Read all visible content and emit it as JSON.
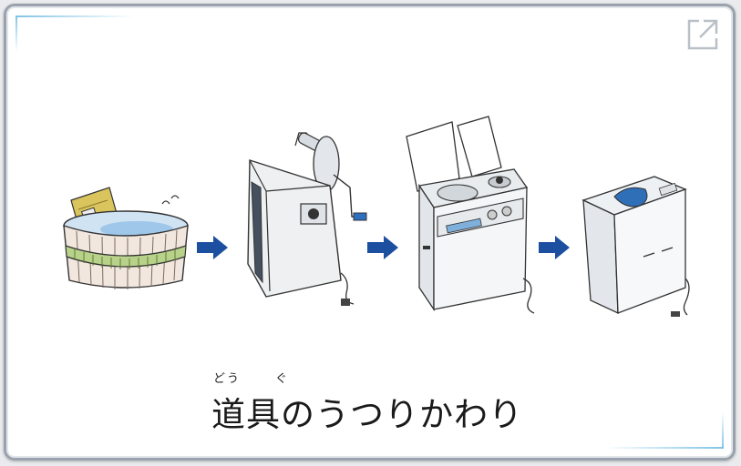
{
  "title": {
    "ruby_dou": "どう",
    "ruby_gu": "ぐ",
    "text": "道具のうつりかわり"
  },
  "icons": {
    "expand": "external-link-icon",
    "arrow": "right-arrow-icon"
  },
  "colors": {
    "arrow": "#1c4fa0",
    "accent": "#7fc3e6",
    "frame": "#9aa3ad"
  },
  "illustrations": [
    "washtub-washboard",
    "wringer-washing-machine",
    "twin-tub-washing-machine",
    "automatic-washing-machine"
  ]
}
